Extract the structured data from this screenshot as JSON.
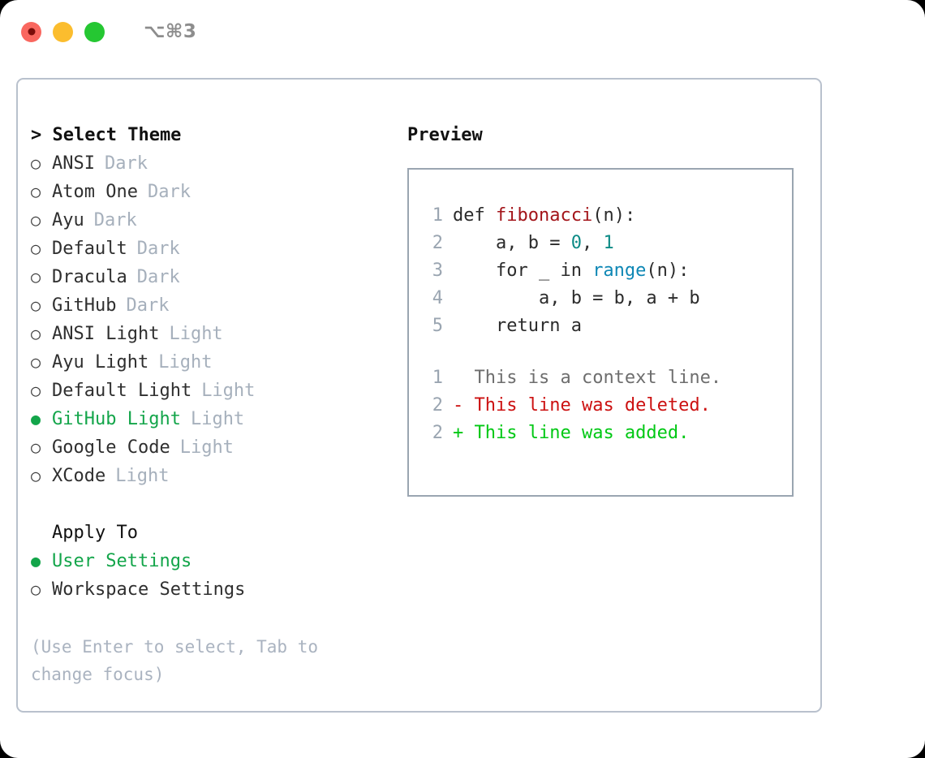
{
  "window": {
    "shortcut": "⌥⌘3",
    "traffic_lights": [
      {
        "name": "close",
        "color": "#f9675f"
      },
      {
        "name": "minimize",
        "color": "#fbbd2e"
      },
      {
        "name": "maximize",
        "color": "#25c732"
      }
    ]
  },
  "theme_panel": {
    "header": "> Select Theme",
    "bullet_selected": "●",
    "bullet_unselected": "○",
    "items": [
      {
        "label": "ANSI",
        "badge": "Dark",
        "selected": false
      },
      {
        "label": "Atom One",
        "badge": "Dark",
        "selected": false
      },
      {
        "label": "Ayu",
        "badge": "Dark",
        "selected": false
      },
      {
        "label": "Default",
        "badge": "Dark",
        "selected": false
      },
      {
        "label": "Dracula",
        "badge": "Dark",
        "selected": false
      },
      {
        "label": "GitHub",
        "badge": "Dark",
        "selected": false
      },
      {
        "label": "ANSI Light",
        "badge": "Light",
        "selected": false
      },
      {
        "label": "Ayu Light",
        "badge": "Light",
        "selected": false
      },
      {
        "label": "Default Light",
        "badge": "Light",
        "selected": false
      },
      {
        "label": "GitHub Light",
        "badge": "Light",
        "selected": true
      },
      {
        "label": "Google Code",
        "badge": "Light",
        "selected": false
      },
      {
        "label": "XCode",
        "badge": "Light",
        "selected": false
      }
    ]
  },
  "apply_to": {
    "header": "Apply To",
    "items": [
      {
        "label": "User Settings",
        "selected": true
      },
      {
        "label": "Workspace Settings",
        "selected": false
      }
    ]
  },
  "hint": "(Use Enter to select, Tab to change focus)",
  "preview": {
    "title": "Preview",
    "code_lines": [
      {
        "number": "1",
        "tokens": [
          {
            "text": "def ",
            "type": "plain"
          },
          {
            "text": "fibonacci",
            "type": "func"
          },
          {
            "text": "(n):",
            "type": "plain"
          }
        ]
      },
      {
        "number": "2",
        "tokens": [
          {
            "text": "    a, b = ",
            "type": "plain"
          },
          {
            "text": "0",
            "type": "num"
          },
          {
            "text": ", ",
            "type": "plain"
          },
          {
            "text": "1",
            "type": "num"
          }
        ]
      },
      {
        "number": "3",
        "tokens": [
          {
            "text": "    for _ in ",
            "type": "plain"
          },
          {
            "text": "range",
            "type": "builtin"
          },
          {
            "text": "(n):",
            "type": "plain"
          }
        ]
      },
      {
        "number": "4",
        "tokens": [
          {
            "text": "        a, b = b, a + b",
            "type": "plain"
          }
        ]
      },
      {
        "number": "5",
        "tokens": [
          {
            "text": "    return a",
            "type": "plain"
          }
        ]
      }
    ],
    "diff_lines": [
      {
        "number": "1",
        "marker": "  ",
        "text": "This is a context line.",
        "type": "ctx"
      },
      {
        "number": "2",
        "marker": "- ",
        "text": "This line was deleted.",
        "type": "del"
      },
      {
        "number": "2",
        "marker": "+ ",
        "text": "This line was added.",
        "type": "add"
      }
    ]
  },
  "colors": {
    "selected_green": "#13a54a",
    "badge_gray": "#a6b0bc",
    "hint_gray": "#aab3c0",
    "panel_border": "#b9c1cd",
    "preview_border": "#9aa5b1",
    "line_number": "#9aa5b1",
    "func_red": "#a3151a",
    "number_teal": "#0d8b86",
    "builtin_blue": "#0e87b5",
    "diff_deleted": "#cc1111",
    "diff_added": "#00c814",
    "diff_context": "#6e6e6e"
  }
}
